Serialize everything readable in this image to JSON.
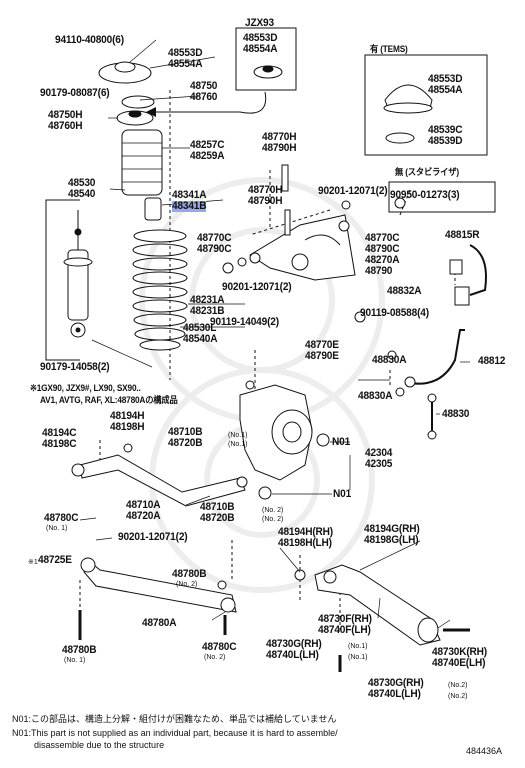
{
  "diagram_id": "484436A",
  "boxes": {
    "jzx93": "JZX93",
    "tems": "有 (TEMS)",
    "stabilizer": "無 (スタビライザ)",
    "gx90": "※1GX90, JZX9#, LX90, SX90..",
    "gx90_b": "AV1, AVTG, RAF, XL:48780Aの構成品"
  },
  "parts": {
    "p94110": "94110-40800(6)",
    "p48553d_a": "48553D",
    "p48554a_a": "48554A",
    "jzx_48553d": "48553D",
    "jzx_48554a": "48554A",
    "p90179_08087": "90179-08087(6)",
    "p48750": "48750",
    "p48760": "48760",
    "p48750h": "48750H",
    "p48760h": "48760H",
    "p48257": "48257C",
    "p48259": "48259A",
    "tems_48553d": "48553D",
    "tems_48554a": "48554A",
    "tems_48539c": "48539C",
    "tems_48539d": "48539D",
    "p48530": "48530",
    "p48540": "48540",
    "p48341a": "48341A",
    "p48341b": "48341B",
    "p48770h": "48770H",
    "p48790h": "48790H",
    "p48770h2": "48770H",
    "p48790h2": "48790H",
    "p90201_12071": "90201-12071(2)",
    "p90950": "90950-01273(3)",
    "p48770c": "48770C",
    "p48790c": "48790C",
    "p48770c2": "48770C",
    "p48790c2": "48790C",
    "p48270a": "48270A",
    "p48790": "48790",
    "p48815r": "48815R",
    "p90201_b": "90201-12071(2)",
    "p48832a": "48832A",
    "p48231a": "48231A",
    "p48231b": "48231B",
    "p90119_14049": "90119-14049(2)",
    "p90119_08588": "90119-08588(4)",
    "p48530l": "48530L",
    "p48540a": "48540A",
    "p48770e": "48770E",
    "p48790e": "48790E",
    "p48812": "48812",
    "p48830a": "48830A",
    "p90179_14058": "90179-14058(2)",
    "p48830a2": "48830A",
    "p48830": "48830",
    "p48194h": "48194H",
    "p48198h": "48198H",
    "p48194c": "48194C",
    "p48198c": "48198C",
    "p48710b": "48710B",
    "p48720b": "48720B",
    "p48710b_note": "(No.1)",
    "p48720b_note": "(No.1)",
    "n01": "N01",
    "n01b": "N01",
    "p42304": "42304",
    "p42305": "42305",
    "p48710a": "48710A",
    "p48720a": "48720A",
    "p48710b2": "48710B",
    "p48720b2": "48720B",
    "p48710b2_note": "(No. 2)",
    "p48720b2_note": "(No. 2)",
    "p48780c": "48780C",
    "p48780c_note": "(No. 1)",
    "p90201_c": "90201-12071(2)",
    "p48194h_rh": "48194H(RH)",
    "p48198h_lh": "48198H(LH)",
    "p48194g_rh": "48194G(RH)",
    "p48198g_lh": "48198G(LH)",
    "p48725e": "48725E",
    "p48725e_mark": "※1",
    "p48780b": "48780B",
    "p48780b_note": "(No. 2)",
    "p48780a": "48780A",
    "p48780b2": "48780B",
    "p48780b2_note": "(No. 1)",
    "p48780c2": "48780C",
    "p48780c2_note": "(No. 2)",
    "p48730f": "48730F(RH)",
    "p48740f": "48740F(LH)",
    "p48730g": "48730G(RH)",
    "p48740l": "48740L(LH)",
    "p48730g_note": "(No.1)",
    "p48740l_note": "(No.1)",
    "p48730k": "48730K(RH)",
    "p48740e": "48740E(LH)",
    "p48730g2": "48730G(RH)",
    "p48740l2": "48740L(LH)",
    "p48730g2_note": "(No.2)",
    "p48740l2_note": "(No.2)"
  },
  "notes": {
    "jp": "N01:この部品は、構造上分解・組付けが困難なため、単品では補給していません",
    "en1": "N01:This part is not supplied as an individual part,  because it is hard to assemble/",
    "en2": "disassemble due to the structure"
  },
  "colors": {
    "line": "#111111",
    "highlight": "#9aa7e8",
    "watermark": "#ececec"
  }
}
